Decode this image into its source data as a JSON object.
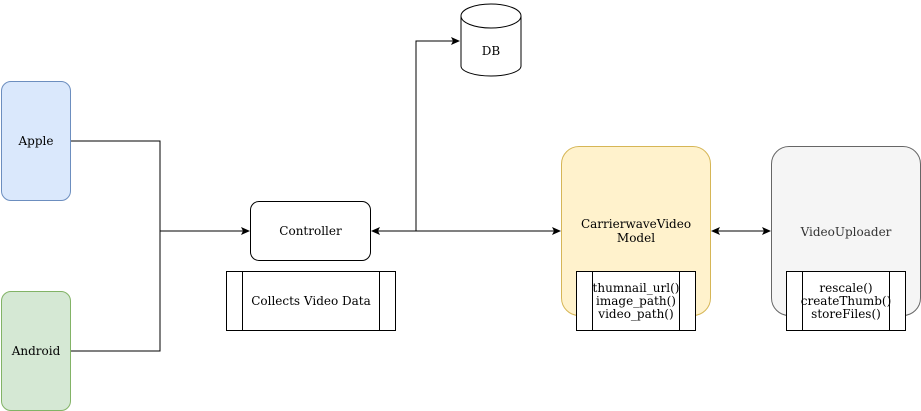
{
  "nodes": {
    "apple": "Apple",
    "android": "Android",
    "controller": "Controller",
    "collects": "Collects Video Data",
    "db": "DB",
    "model": "CarrierwaveVideo\nModel",
    "model_line1": "CarrierwaveVideo",
    "model_line2": "Model",
    "model_methods": [
      "thumnail_url()",
      "image_path()",
      "video_path()"
    ],
    "uploader": "VideoUploader",
    "uploader_methods": [
      "rescale()",
      "createThumb()",
      "storeFiles()"
    ]
  },
  "colors": {
    "apple_fill": "#dae8fc",
    "apple_stroke": "#6c8ebf",
    "android_fill": "#d5e8d4",
    "android_stroke": "#82b366",
    "model_fill": "#fff2cc",
    "model_stroke": "#d6b656",
    "uploader_fill": "#f5f5f5",
    "uploader_stroke": "#666666"
  }
}
